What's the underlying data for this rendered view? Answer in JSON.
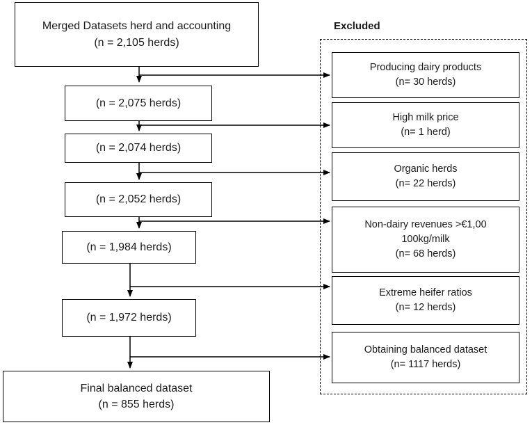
{
  "diagram": {
    "main_flow": [
      {
        "id": "merged",
        "lines": [
          "Merged Datasets herd and accounting",
          "(n = 2,105 herds)"
        ]
      },
      {
        "id": "step1",
        "lines": [
          "(n = 2,075 herds)"
        ]
      },
      {
        "id": "step2",
        "lines": [
          "(n = 2,074 herds)"
        ]
      },
      {
        "id": "step3",
        "lines": [
          "(n = 2,052 herds)"
        ]
      },
      {
        "id": "step4",
        "lines": [
          "(n = 1,984 herds)"
        ]
      },
      {
        "id": "step5",
        "lines": [
          "(n = 1,972 herds)"
        ]
      },
      {
        "id": "final",
        "lines": [
          "Final balanced dataset",
          "(n = 855 herds)"
        ]
      }
    ],
    "excluded": {
      "title": "Excluded",
      "items": [
        {
          "id": "dairy-products",
          "lines": [
            "Producing dairy products",
            "(n= 30 herds)"
          ]
        },
        {
          "id": "high-milk-price",
          "lines": [
            "High milk price",
            "(n= 1 herd)"
          ]
        },
        {
          "id": "organic-herds",
          "lines": [
            "Organic herds",
            "(n= 22 herds)"
          ]
        },
        {
          "id": "non-dairy-revenues",
          "lines": [
            "Non-dairy revenues >€1,00",
            "100kg/milk",
            "(n= 68 herds)"
          ]
        },
        {
          "id": "heifer-ratios",
          "lines": [
            "Extreme heifer ratios",
            "(n= 12 herds)"
          ]
        },
        {
          "id": "balanced-dataset",
          "lines": [
            "Obtaining balanced dataset",
            "(n= 1117 herds)"
          ]
        }
      ]
    }
  }
}
